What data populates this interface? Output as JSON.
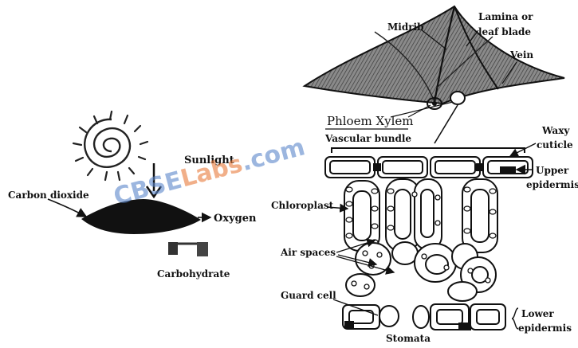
{
  "watermark": {
    "part1": "CBSE",
    "part2": "Labs",
    "part3": ".com"
  },
  "photosynthesis": {
    "sunlight": "Sunlight",
    "carbon_dioxide": "Carbon dioxide",
    "oxygen": "Oxygen",
    "carbohydrate": "Carbohydrate"
  },
  "leaf": {
    "midrib": "Midrib",
    "lamina_line1": "Lamina or",
    "lamina_line2": "leaf blade",
    "vein": "Vein",
    "phloem_xylem": "Phloem Xylem",
    "vascular_bundle": "Vascular bundle"
  },
  "cross_section": {
    "waxy_line1": "Waxy",
    "waxy_line2": "cuticle",
    "upper_line1": "Upper",
    "upper_line2": "epidermis",
    "chloroplast": "Chloroplast",
    "air_spaces": "Air spaces",
    "guard_cell": "Guard cell",
    "lower_line1": "Lower",
    "lower_line2": "epidermis",
    "stomata": "Stomata"
  }
}
